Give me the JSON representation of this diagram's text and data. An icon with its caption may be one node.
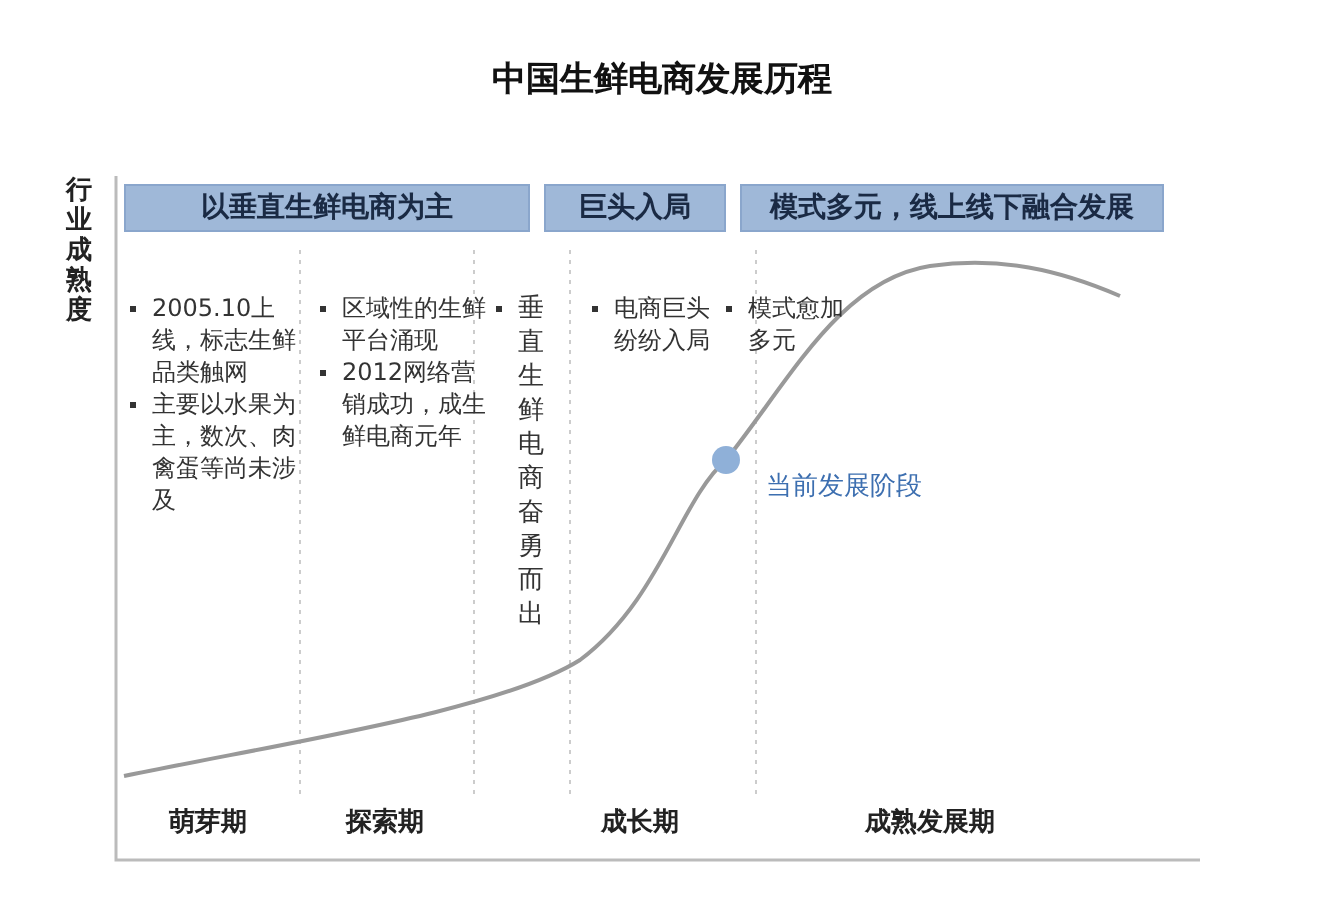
{
  "diagram": {
    "title": "中国生鲜电商发展历程",
    "nodes": [
      {
        "text": [
          "以垂直生鲜电商为主"
        ]
      },
      {
        "text": [
          "巨头入局"
        ]
      },
      {
        "text": [
          "模式多元，线上线下融合发展"
        ]
      },
      {
        "text": [],
        "shape": "circle",
        "beside": [
          "当前发展阶段"
        ]
      }
    ],
    "edges": [],
    "labels": [
      "行业成熟度",
      "2005.10上线，标志生鲜品类触网",
      "主要以水果为主，数次、肉禽蛋等尚未涉及",
      "区域性的生鲜平台涌现",
      "2012网络营销成功，成生鲜电商元年",
      "垂直生鲜电商奋勇而出",
      "电商巨头纷纷入局",
      "模式愈加多元",
      "萌芽期",
      "探索期",
      "成长期",
      "成熟发展期"
    ]
  }
}
